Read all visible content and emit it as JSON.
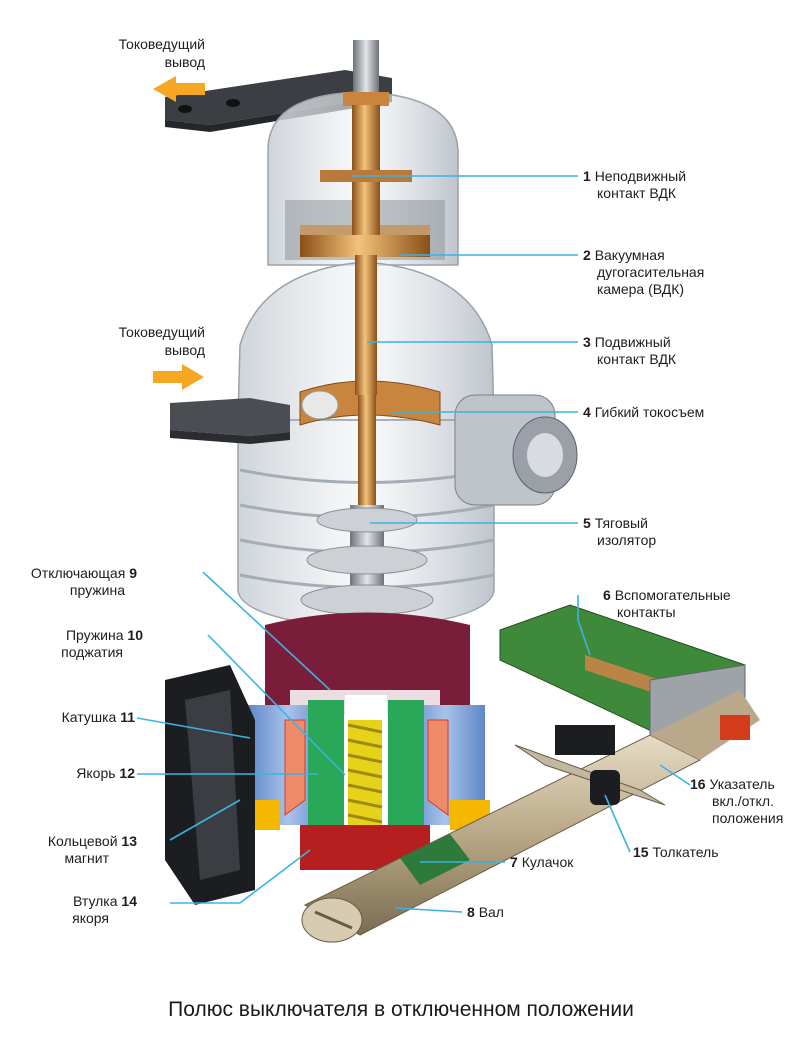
{
  "caption": "Полюс выключателя в отключенном положении",
  "terminals": [
    {
      "line1": "Токоведущий",
      "line2": "вывод"
    },
    {
      "line1": "Токоведущий",
      "line2": "вывод"
    }
  ],
  "labels_right": [
    {
      "num": "1",
      "line1": "Неподвижный",
      "line2": "контакт ВДК",
      "line3": ""
    },
    {
      "num": "2",
      "line1": "Вакуумная",
      "line2": "дугогасительная",
      "line3": "камера (ВДК)"
    },
    {
      "num": "3",
      "line1": "Подвижный",
      "line2": "контакт ВДК",
      "line3": ""
    },
    {
      "num": "4",
      "line1": "Гибкий токосъем",
      "line2": "",
      "line3": ""
    },
    {
      "num": "5",
      "line1": "Тяговый",
      "line2": "изолятор",
      "line3": ""
    },
    {
      "num": "6",
      "line1": "Вспомогательные",
      "line2": "контакты",
      "line3": ""
    },
    {
      "num": "16",
      "line1": "Указатель",
      "line2": "вкл./откл.",
      "line3": "положения"
    },
    {
      "num": "15",
      "line1": "Толкатель",
      "line2": "",
      "line3": ""
    },
    {
      "num": "7",
      "line1": "Кулачок",
      "line2": "",
      "line3": ""
    },
    {
      "num": "8",
      "line1": "Вал",
      "line2": "",
      "line3": ""
    }
  ],
  "labels_left": [
    {
      "num": "9",
      "line1": "Отключающая",
      "line2": "пружина"
    },
    {
      "num": "10",
      "line1": "Пружина",
      "line2": "поджатия"
    },
    {
      "num": "11",
      "line1": "Катушка",
      "line2": ""
    },
    {
      "num": "12",
      "line1": "Якорь",
      "line2": ""
    },
    {
      "num": "13",
      "line1": "Кольцевой",
      "line2": "магнит"
    },
    {
      "num": "14",
      "line1": "Втулка",
      "line2": "якоря"
    }
  ],
  "colors": {
    "leader": "#3bb3e0",
    "copper": "#c9843d",
    "glass": "#d9dee3",
    "coil": "#7fa6dc",
    "armature_green": "#2aa85a",
    "spring_yellow": "#e7d21a",
    "housing_maroon": "#7a1d3a",
    "orange_arrow": "#f5a623",
    "shaft": "#b9a98a",
    "pcb_green": "#3f8a3a"
  }
}
